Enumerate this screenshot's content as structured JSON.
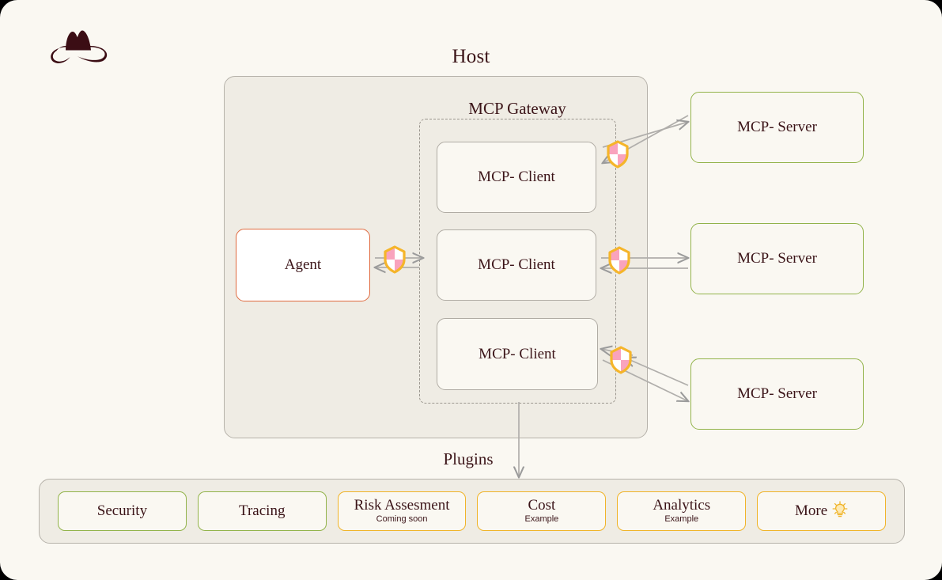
{
  "page": {
    "background": "#faf8f2",
    "outer_background": "#000000"
  },
  "logo": {
    "icon": "cowboy-hat-icon",
    "color": "#3b0d14"
  },
  "labels": {
    "host": "Host",
    "gateway": "MCP Gateway",
    "plugins": "Plugins"
  },
  "nodes": {
    "agent": {
      "label": "Agent",
      "border_color": "#e06a3f",
      "fill": "#ffffff"
    },
    "clients": [
      {
        "label": "MCP- Client"
      },
      {
        "label": "MCP- Client"
      },
      {
        "label": "MCP- Client"
      }
    ],
    "servers": [
      {
        "label": "MCP- Server"
      },
      {
        "label": "MCP- Server"
      },
      {
        "label": "MCP- Server"
      }
    ],
    "client_border_color": "#b0aca4",
    "server_border_color": "#92b34a"
  },
  "shields": {
    "icon": "shield-icon",
    "count": 4,
    "border_color": "#f0b429",
    "quad_pink": "#f9a3bd",
    "quad_white": "#ffffff",
    "positions": [
      "agent-gateway",
      "client-1-server-1",
      "client-2-server-2",
      "client-3-server-3"
    ]
  },
  "plugins": {
    "container_fill": "#efece4",
    "items": [
      {
        "label": "Security",
        "sub": "",
        "accent": "green",
        "icon": ""
      },
      {
        "label": "Tracing",
        "sub": "",
        "accent": "green",
        "icon": ""
      },
      {
        "label": "Risk Assesment",
        "sub": "Coming soon",
        "accent": "amber",
        "icon": ""
      },
      {
        "label": "Cost",
        "sub": "Example",
        "accent": "amber",
        "icon": ""
      },
      {
        "label": "Analytics",
        "sub": "Example",
        "accent": "amber",
        "icon": ""
      },
      {
        "label": "More",
        "sub": "",
        "accent": "amber",
        "icon": "lightbulb-icon"
      }
    ]
  },
  "colors": {
    "text": "#3b1418",
    "arrow": "#9b9b9b",
    "green": "#92b34a",
    "amber": "#f0b429",
    "orange": "#e06a3f",
    "host_fill": "#efece4"
  }
}
